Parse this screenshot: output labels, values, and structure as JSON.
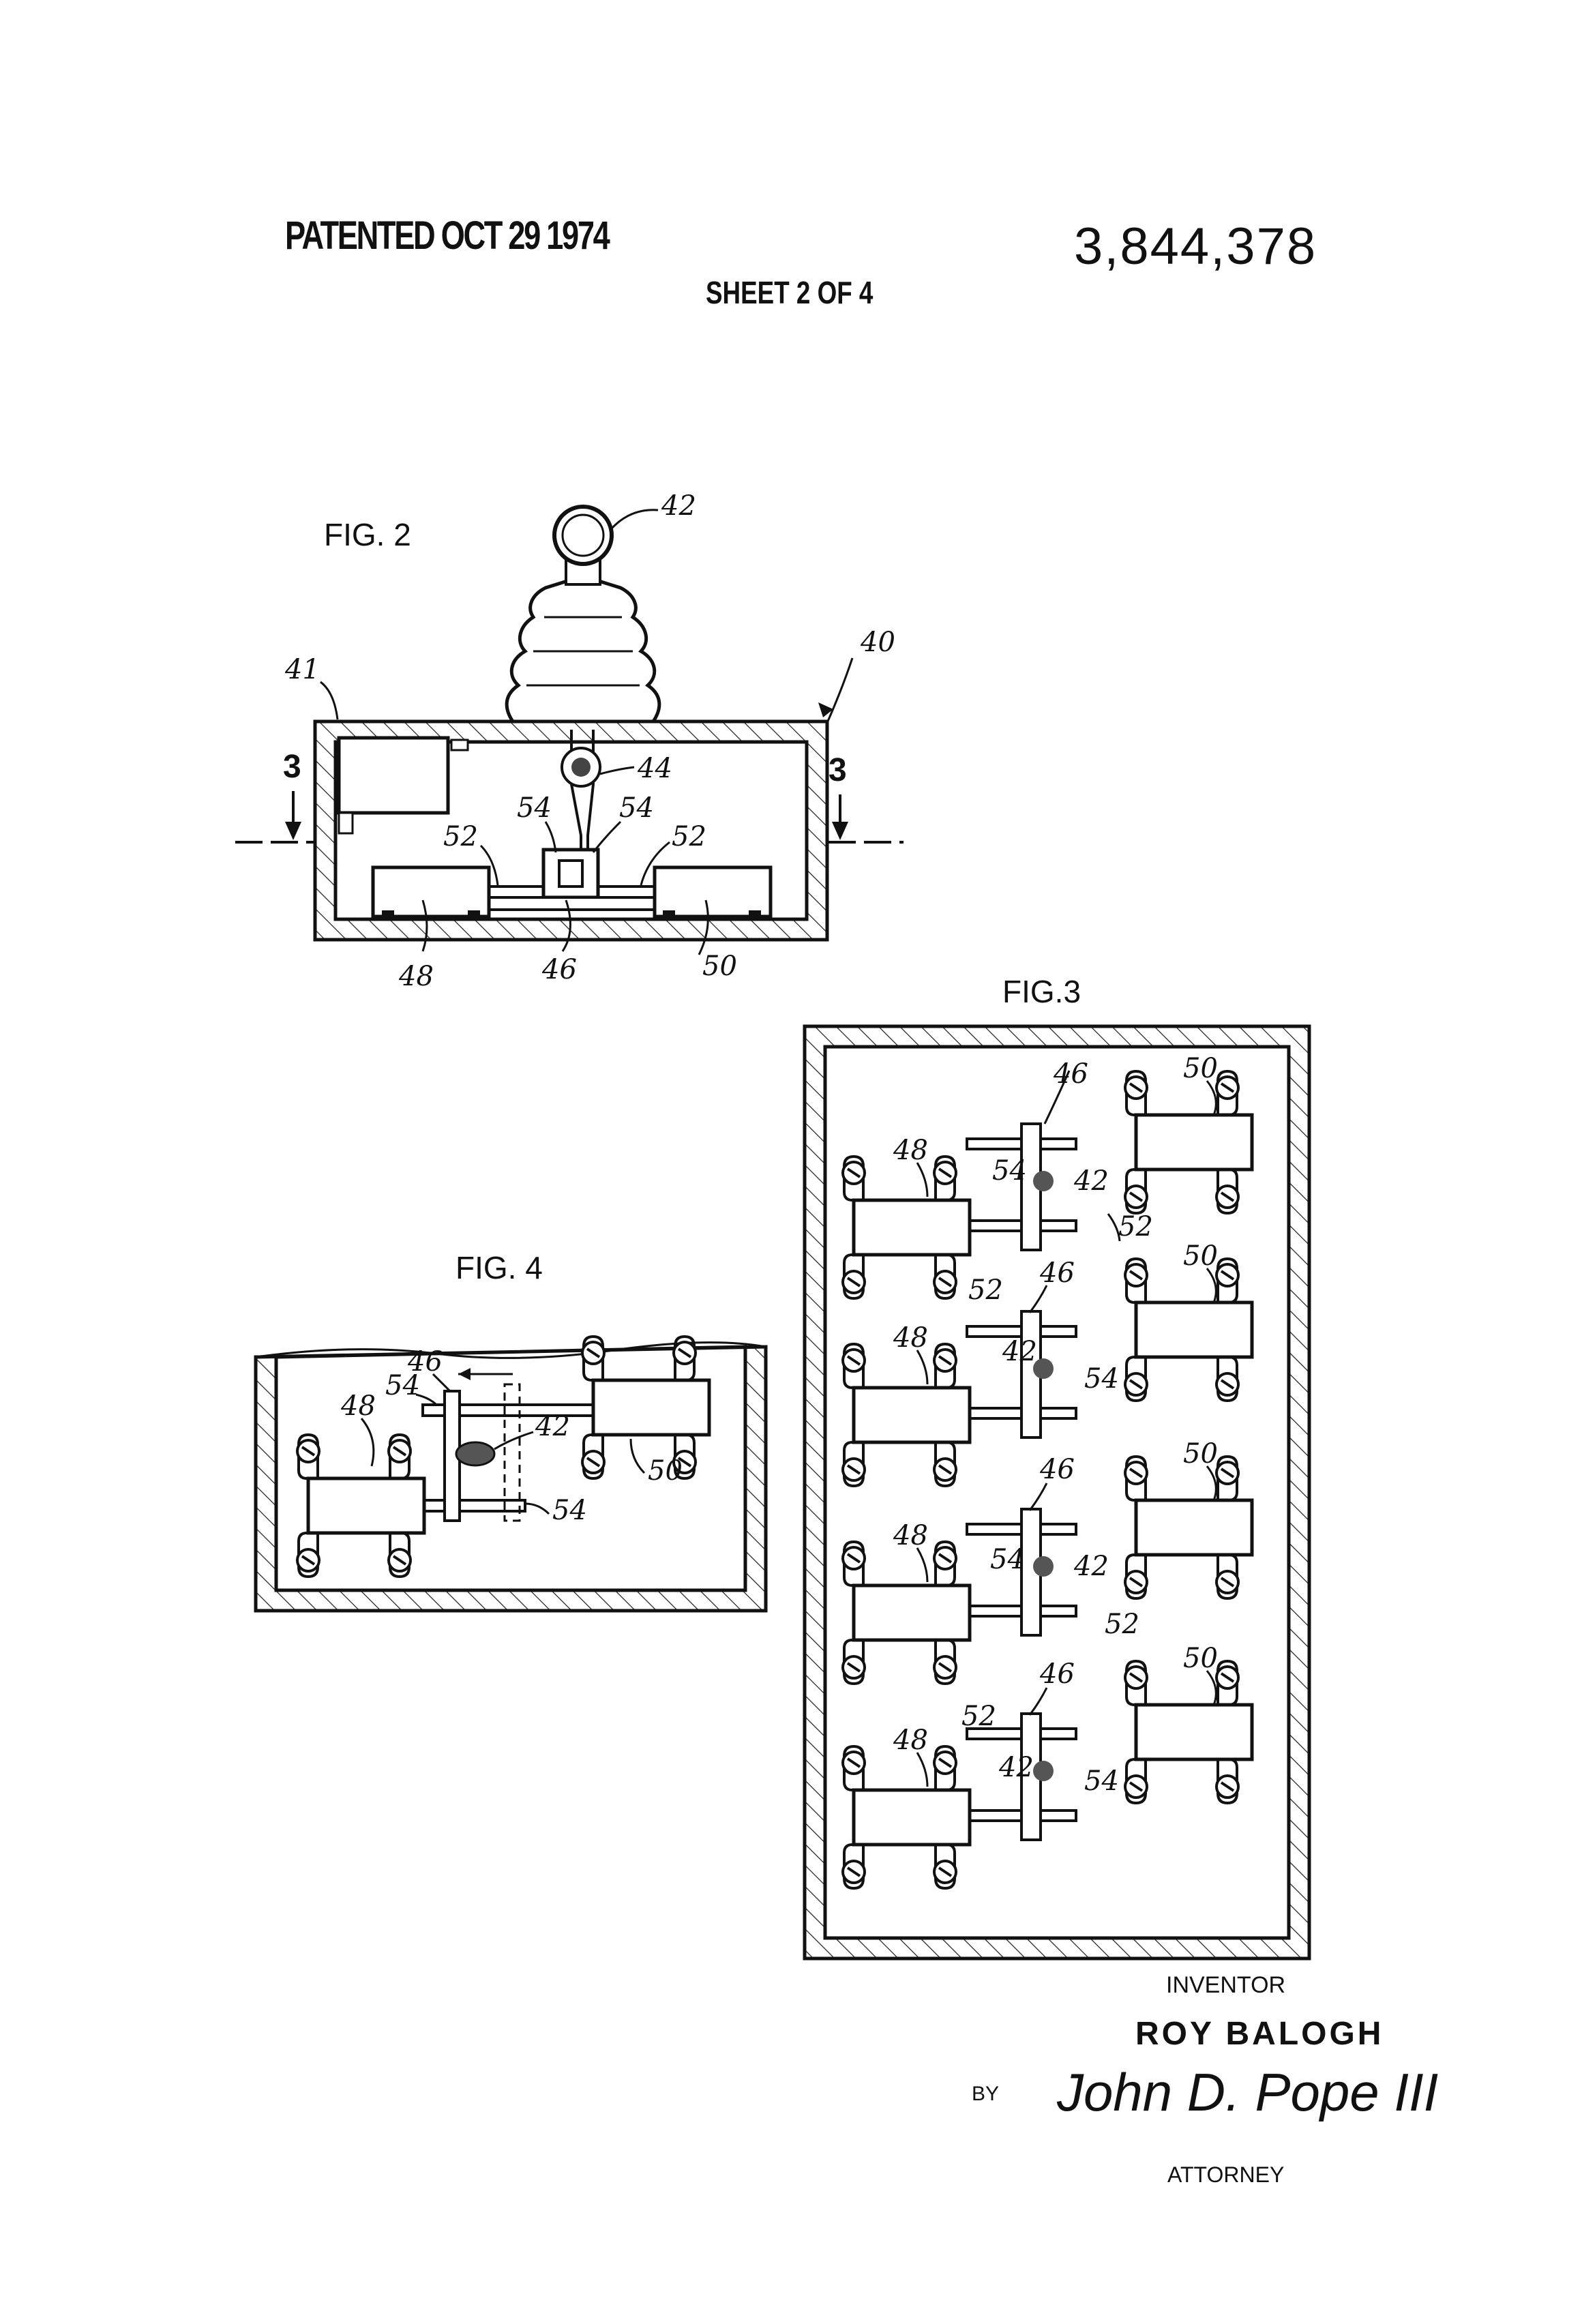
{
  "header": {
    "patented": "PATENTED OCT 29 1974",
    "patent_number": "3,844,378",
    "sheet": "SHEET 2 OF 4"
  },
  "figures": {
    "fig2": {
      "label": "FIG. 2",
      "section_marker": "3",
      "refs": {
        "knob": "42",
        "housing": "40",
        "cover": "41",
        "pivot": "44",
        "shaft": "46",
        "switch_left": "48",
        "switch_right": "50",
        "arm_left": "52",
        "arm_right": "52",
        "link_left": "54",
        "link_right": "54"
      }
    },
    "fig3": {
      "label": "FIG.3",
      "refs": {
        "shaft": "46",
        "switch_right": "50",
        "switch_left": "48",
        "pin": "42",
        "link": "54",
        "arm": "52"
      }
    },
    "fig4": {
      "label": "FIG. 4",
      "refs": {
        "shaft": "46",
        "link_top": "54",
        "pin": "42",
        "switch_left": "48",
        "switch_right": "50",
        "link_bottom": "54"
      }
    }
  },
  "inventor": {
    "caption": "INVENTOR",
    "name": "ROY BALOGH",
    "by": "BY",
    "signature": "John D. Pope III",
    "role": "ATTORNEY"
  }
}
